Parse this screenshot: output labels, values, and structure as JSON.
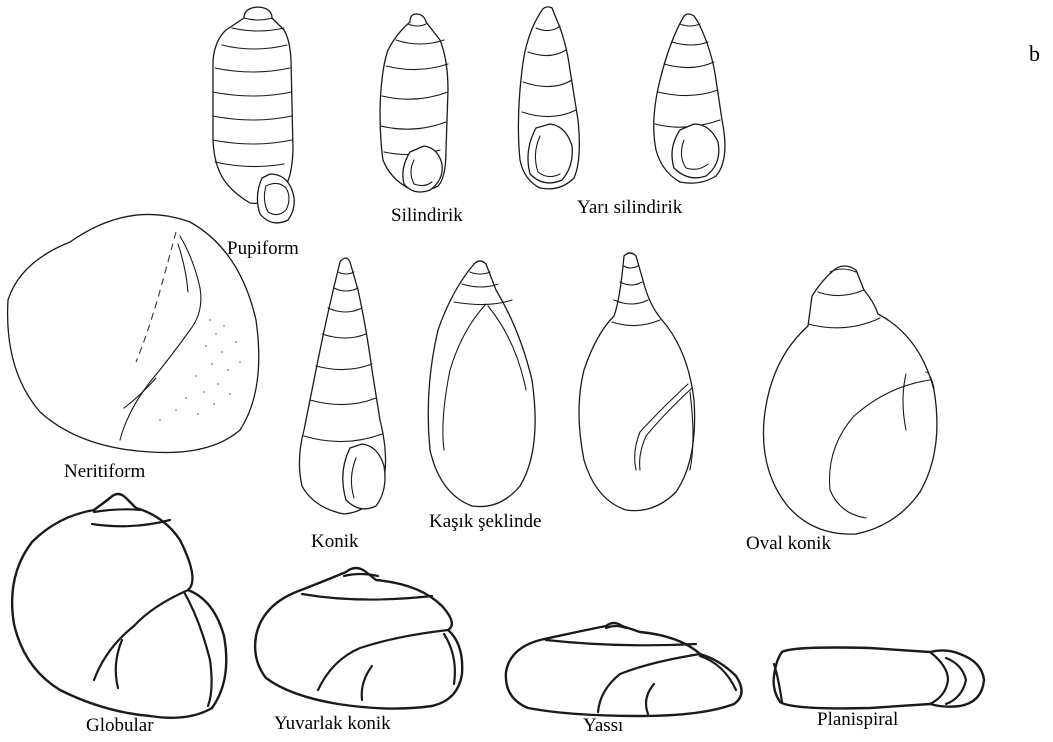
{
  "panel_letter": "b",
  "shapes": {
    "pupiform": "Pupiform",
    "silindirik": "Silindirik",
    "yari_silindirik": "Yarı silindirik",
    "neritiform": "Neritiform",
    "konik": "Konik",
    "kasik_seklinde": "Kaşık şeklinde",
    "oval_konik": "Oval konik",
    "globular": "Globular",
    "yuvarlak_konik": "Yuvarlak konik",
    "yassi": "Yassı",
    "planispiral": "Planispiral"
  }
}
